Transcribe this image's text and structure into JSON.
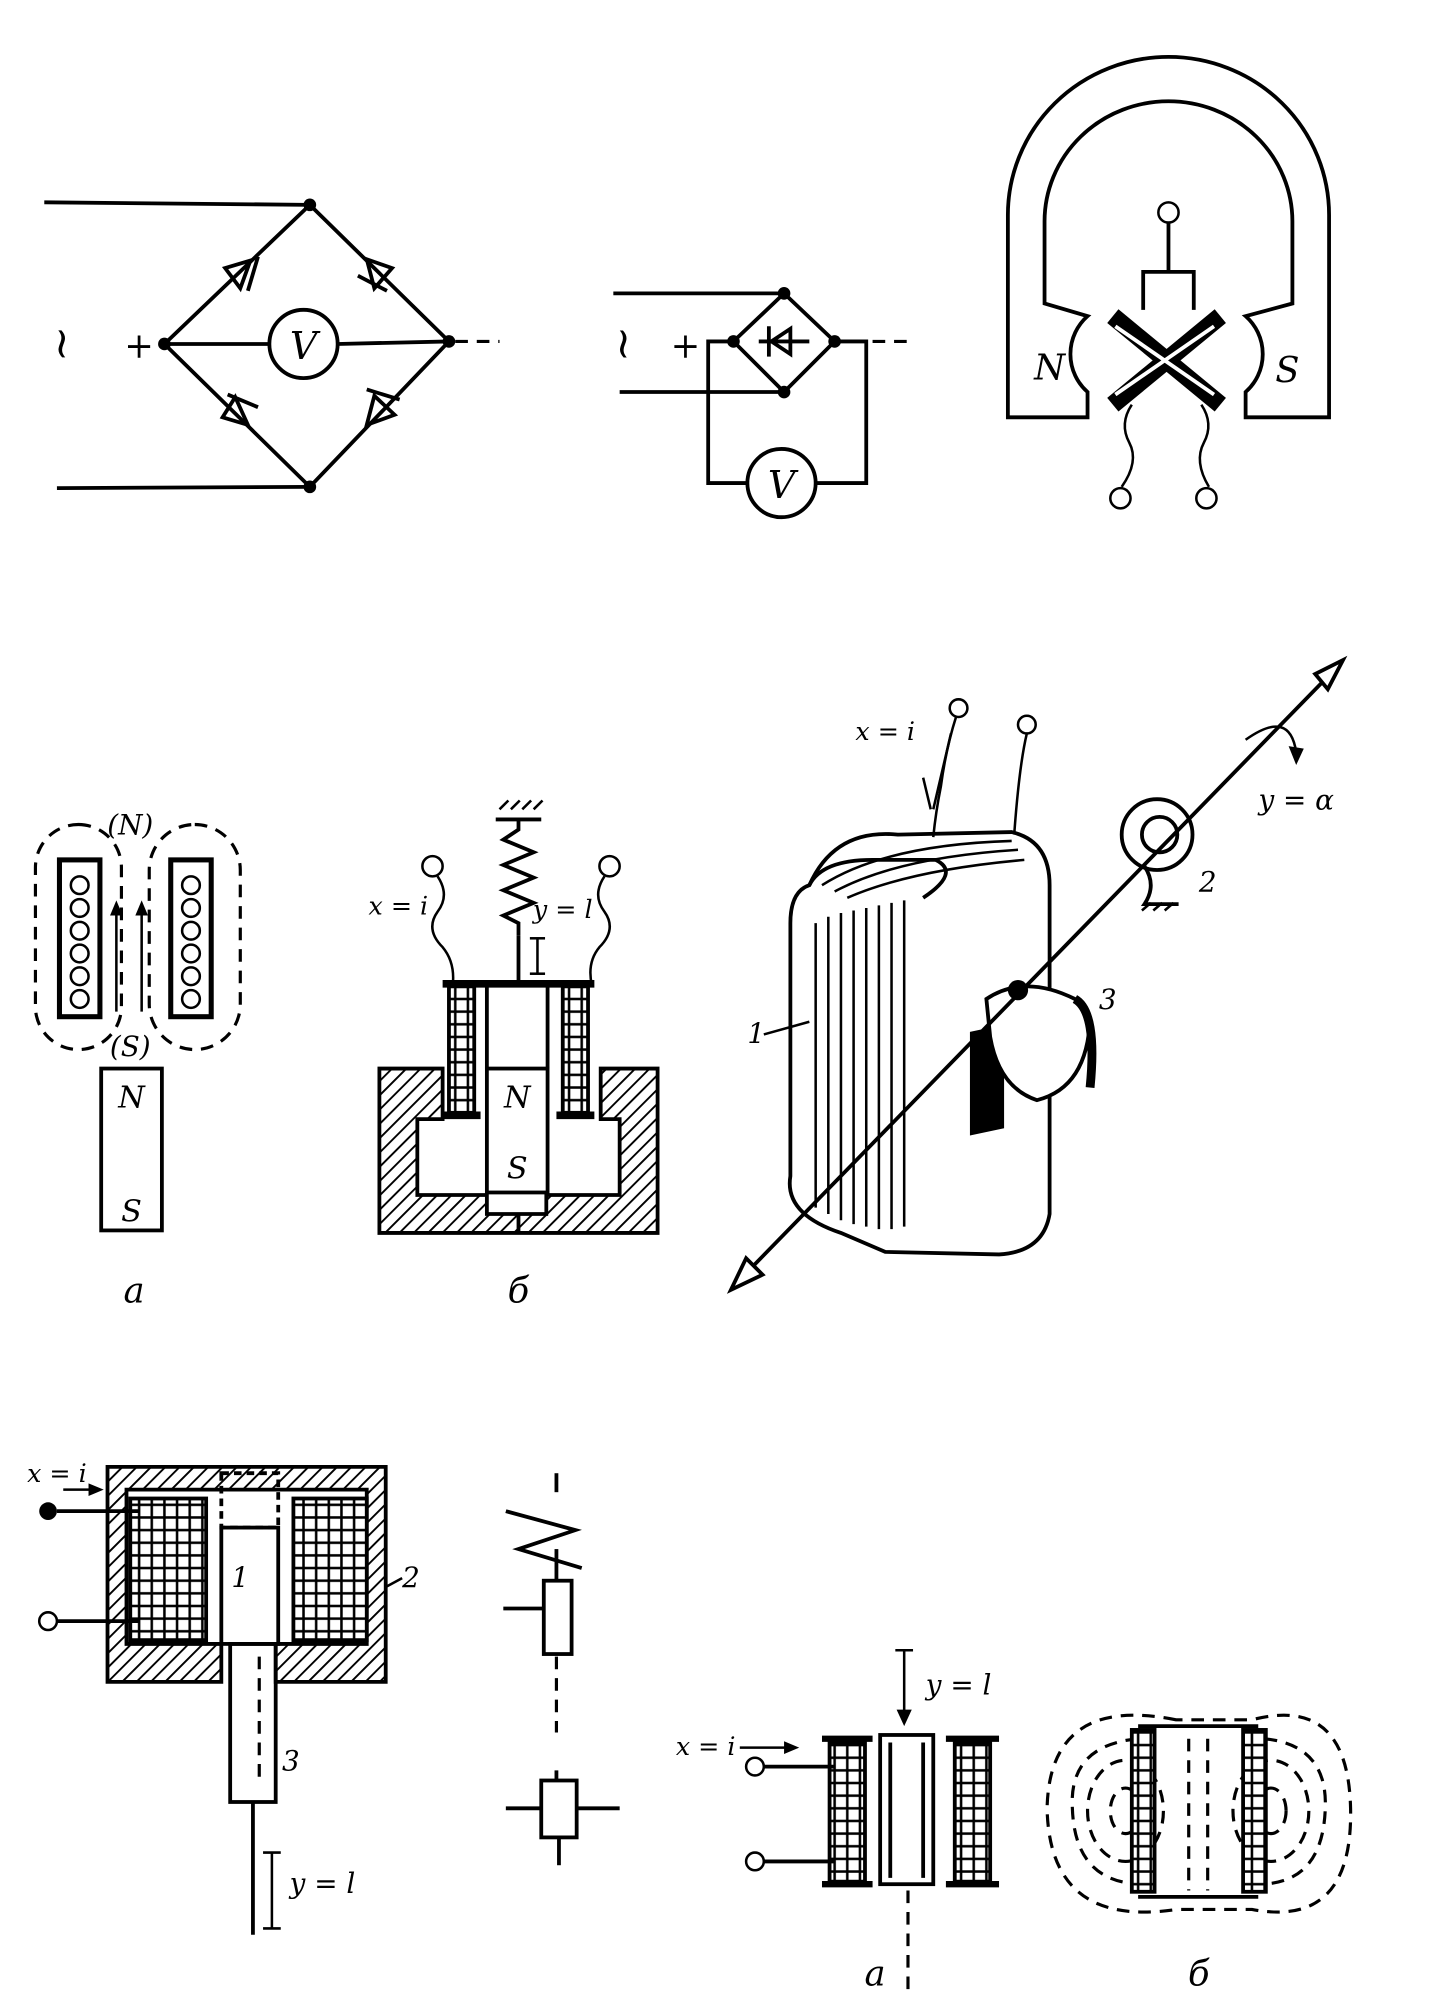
{
  "figure_bridge": {
    "ac_symbol": "~",
    "plus": "+",
    "meter": "V"
  },
  "figure_bridge_compact": {
    "ac_symbol": "~",
    "plus": "+",
    "meter": "V"
  },
  "figure_magnet": {
    "north": "N",
    "south": "S"
  },
  "figure_a_coils": {
    "top_pole": "(N)",
    "bottom_pole": "(S)",
    "magnet_n": "N",
    "magnet_s": "S",
    "caption": "а"
  },
  "figure_b_plunger": {
    "input": "x = i",
    "output": "y = l",
    "magnet_n": "N",
    "magnet_s": "S",
    "caption": "б"
  },
  "figure_frame_coil": {
    "input": "x = i",
    "output": "y = α",
    "label_1": "1",
    "label_2": "2",
    "label_3": "3"
  },
  "figure_solenoid": {
    "input": "x = i",
    "output": "y = l",
    "label_1": "1",
    "label_2": "2",
    "label_3": "3"
  },
  "figure_coil_pair": {
    "input": "x = i",
    "output": "y = l",
    "caption_a": "а",
    "caption_b": "б"
  }
}
